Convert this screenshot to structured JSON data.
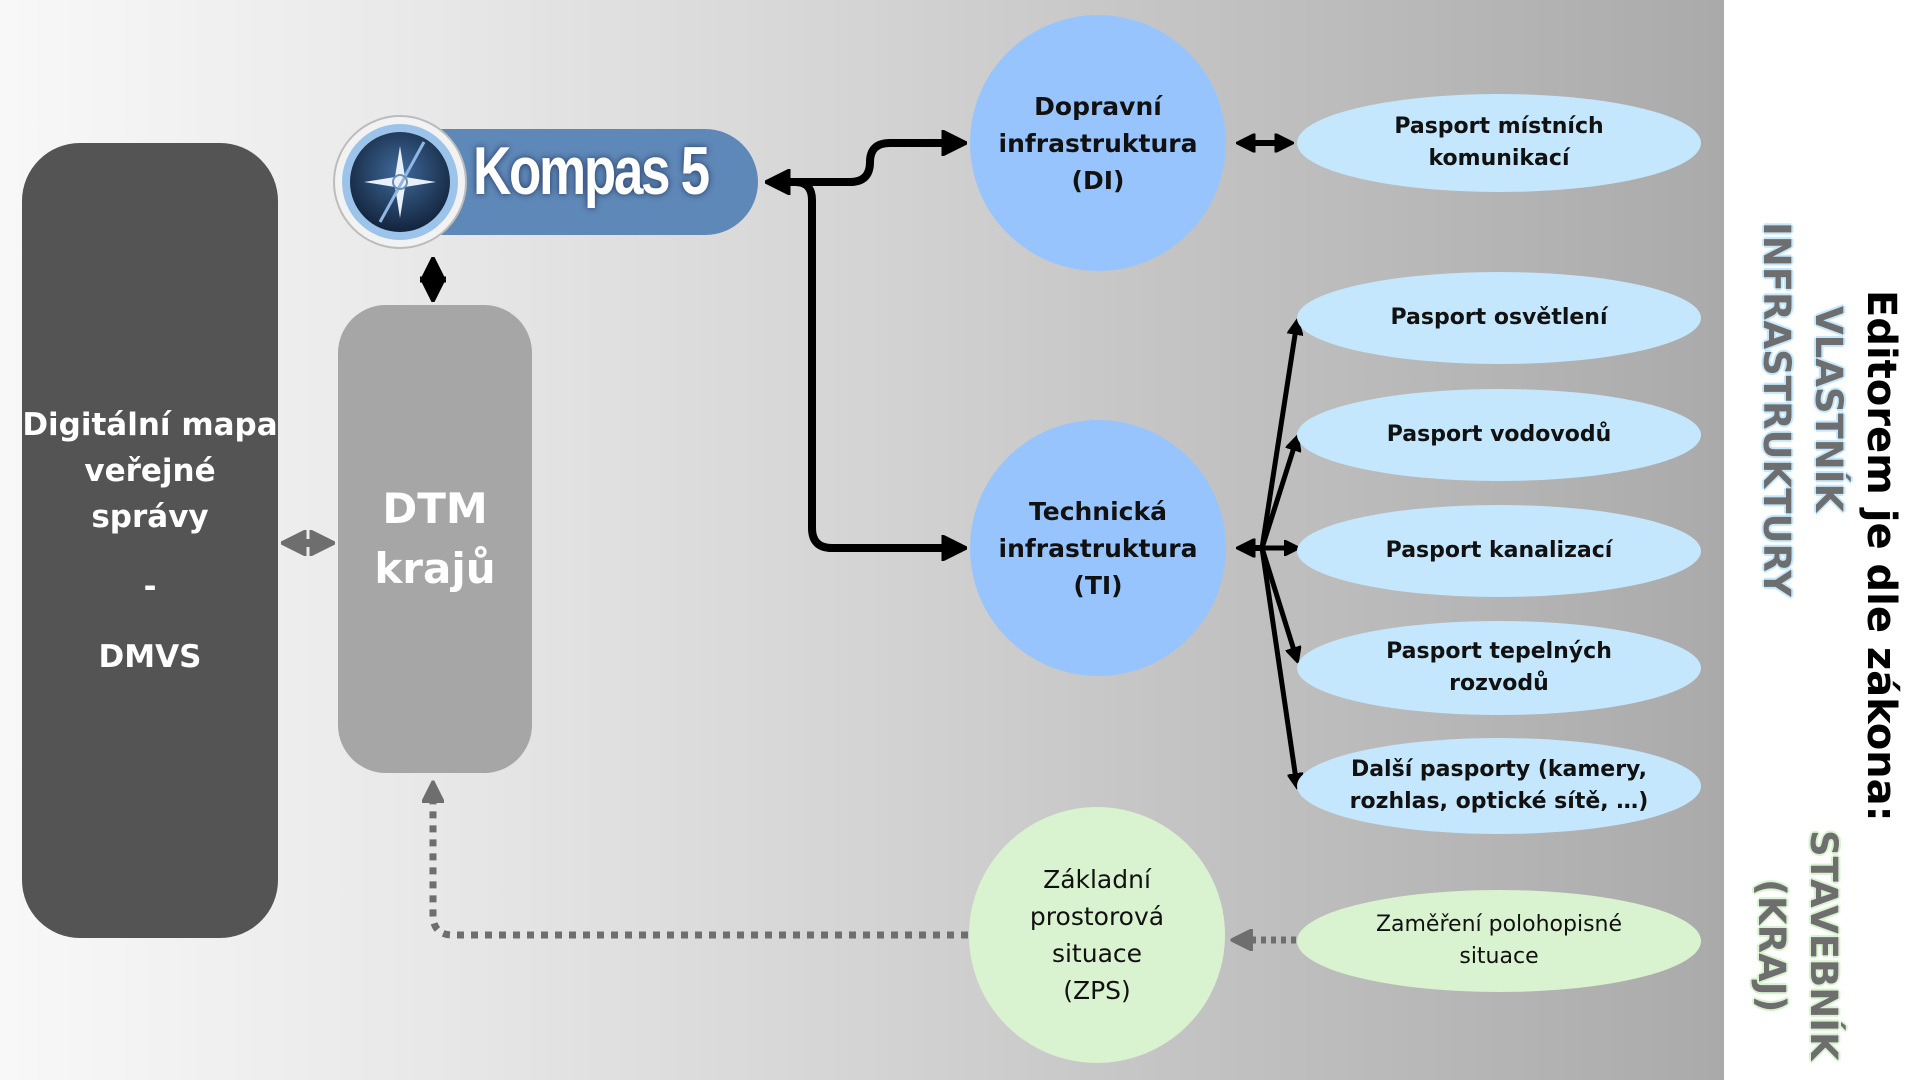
{
  "diagram": {
    "dmvs": {
      "line1": "Digitální mapa",
      "line2": "veřejné správy",
      "separator": "-",
      "abbr": "DMVS"
    },
    "dtm": {
      "line1": "DTM",
      "line2": "krajů"
    },
    "kompas": {
      "label": "Kompas 5",
      "icon": "compass-icon"
    },
    "di": {
      "line1": "Dopravní",
      "line2": "infrastruktura",
      "line3": "(DI)"
    },
    "ti": {
      "line1": "Technická",
      "line2": "infrastruktura",
      "line3": "(TI)"
    },
    "zps": {
      "line1": "Základní",
      "line2": "prostorová",
      "line3": "situace",
      "line4": "(ZPS)"
    },
    "pasports": [
      {
        "line1": "Pasport místních",
        "line2": "komunikací"
      },
      {
        "line1": "Pasport osvětlení",
        "line2": ""
      },
      {
        "line1": "Pasport vodovodů",
        "line2": ""
      },
      {
        "line1": "Pasport kanalizací",
        "line2": ""
      },
      {
        "line1": "Pasport tepelných",
        "line2": "rozvodů"
      },
      {
        "line1": "Další pasporty (kamery,",
        "line2": "rozhlas, optické sítě, …)"
      }
    ],
    "survey": {
      "line1": "Zaměření polohopisné",
      "line2": "situace"
    },
    "side": {
      "editor": "Editorem je dle zákona:",
      "owner_line1": "VLASTNÍK",
      "owner_line2": "INFRASTRUKTURY",
      "builder_line1": "STAVEBNÍK",
      "builder_line2": "(KRAJ)"
    },
    "colors": {
      "dmvs": "#545454",
      "dtm": "#a6a6a6",
      "kompas": "#5e88b8",
      "infra_circle": "#98c4fd",
      "pasport": "#c4e7fd",
      "zps": "#d9f2cf",
      "arrow_solid": "#000000",
      "arrow_dotted": "#6e6e6e"
    }
  }
}
